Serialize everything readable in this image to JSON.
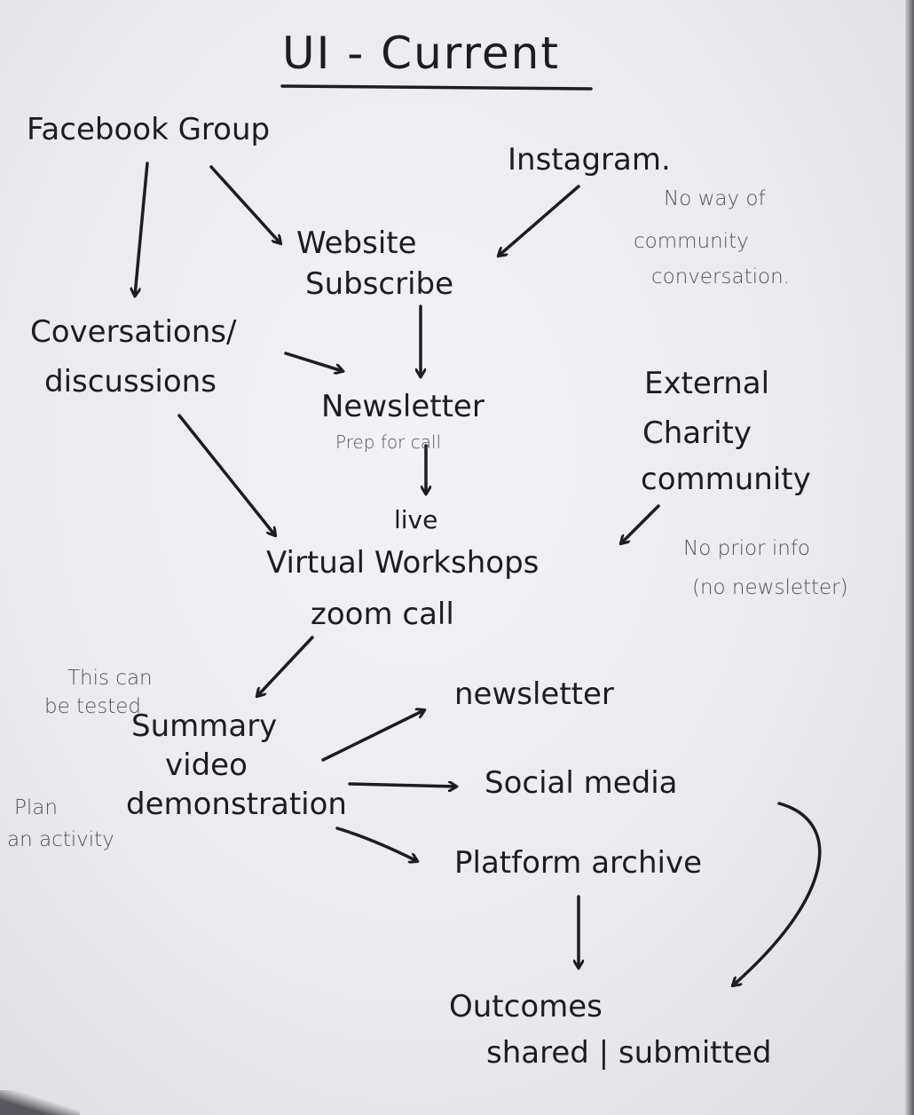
{
  "title": "UI - Current",
  "nodes": {
    "facebook_group": "Facebook Group",
    "instagram": "Instagram.",
    "website": "Website",
    "subscribe": "Subscribe",
    "conversations": "Coversations/",
    "discussions": "discussions",
    "newsletter_top": "Newsletter",
    "external_1": "External",
    "external_2": "Charity",
    "external_3": "community",
    "live": "live",
    "workshops": "Virtual Workshops",
    "zoom": "zoom call",
    "summary_1": "Summary",
    "summary_2": "video",
    "summary_3": "demonstration",
    "newsletter_bottom": "newsletter",
    "social_media": "Social media",
    "platform_archive": "Platform archive",
    "outcomes_1": "Outcomes",
    "outcomes_2": "shared | submitted"
  },
  "notes": {
    "no_way_1": "No way of",
    "no_way_2": "community",
    "no_way_3": "conversation.",
    "prep": "Prep for call",
    "no_prior_1": "No prior info",
    "no_prior_2": "(no newsletter)",
    "tested_1": "This can",
    "tested_2": "be tested",
    "plan_1": "Plan",
    "plan_2": "an activity"
  },
  "colors": {
    "ink": "#1d1c22",
    "pencil": "#55545c",
    "paper": "#efeef2"
  }
}
